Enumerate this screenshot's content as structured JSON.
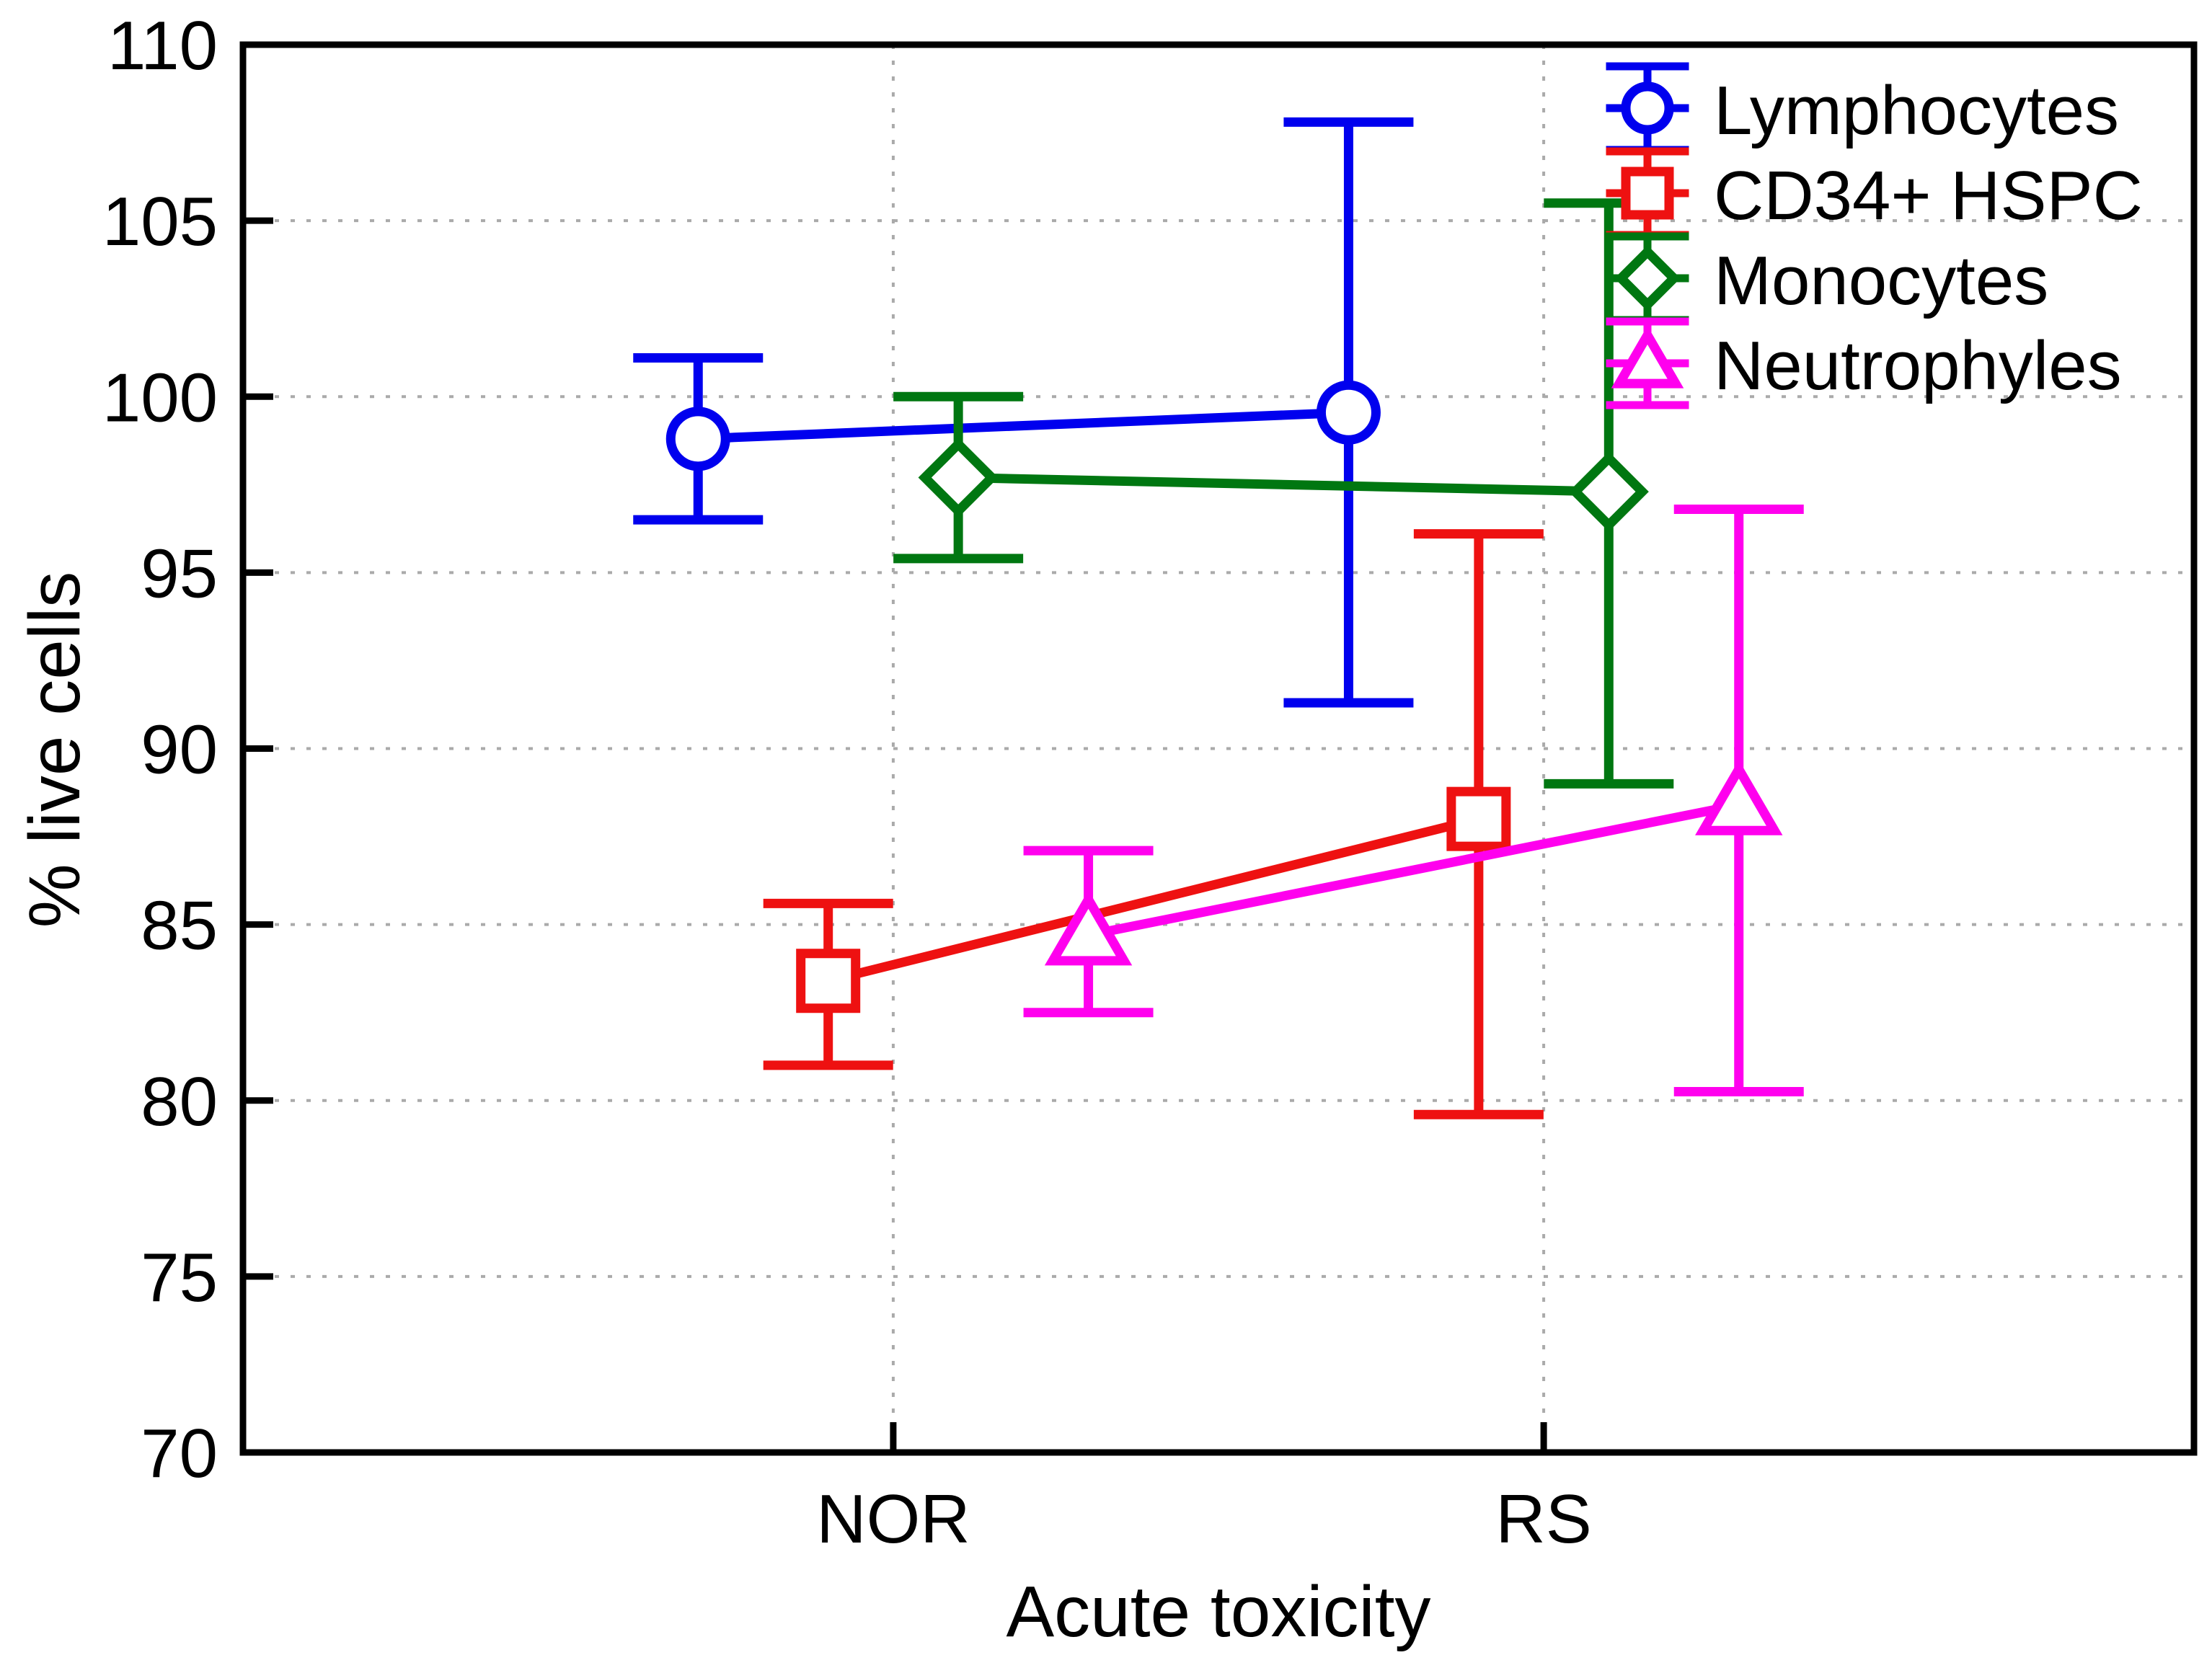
{
  "chart_data": {
    "type": "line",
    "title": "",
    "xlabel": "Acute toxicity",
    "ylabel": "% live cells",
    "categories": [
      "NOR",
      "RS"
    ],
    "ylim": [
      70,
      110
    ],
    "yticks": [
      70,
      75,
      80,
      85,
      90,
      95,
      100,
      105,
      110
    ],
    "ytick_labels": [
      "70",
      "75",
      "80",
      "85",
      "90",
      "95",
      "100",
      "105",
      "110"
    ],
    "grid": true,
    "grid_style": "dotted",
    "legend_position": "top-right",
    "error_bar_type": "confidence-interval",
    "series": [
      {
        "name": "Lymphocytes",
        "color": "#0000EE",
        "marker": "circle",
        "x_offset": -0.3,
        "values": [
          98.8,
          99.55
        ],
        "lower": [
          96.5,
          91.3
        ],
        "upper": [
          101.1,
          107.8
        ]
      },
      {
        "name": "CD34+ HSPC",
        "color": "#EE1111",
        "marker": "square",
        "x_offset": -0.1,
        "values": [
          83.4,
          88.0
        ],
        "lower": [
          81.0,
          79.6
        ],
        "upper": [
          85.6,
          96.1
        ]
      },
      {
        "name": "Monocytes",
        "color": "#007711",
        "marker": "diamond",
        "x_offset": 0.1,
        "values": [
          97.7,
          97.3
        ],
        "lower": [
          95.4,
          89.0
        ],
        "upper": [
          100.0,
          105.5
        ]
      },
      {
        "name": "Neutrophyles",
        "color": "#FF00EE",
        "marker": "triangle",
        "x_offset": 0.3,
        "values": [
          84.7,
          88.4
        ],
        "lower": [
          82.5,
          80.25
        ],
        "upper": [
          87.1,
          96.8
        ]
      }
    ]
  },
  "axes": {
    "y_title": "% live cells",
    "x_title": "Acute toxicity",
    "x_tick_labels": [
      "NOR",
      "RS"
    ],
    "y_tick_labels": [
      "110",
      "105",
      "100",
      "95",
      "90",
      "85",
      "80",
      "75",
      "70"
    ]
  },
  "legend": {
    "items": [
      {
        "label": "Lymphocytes",
        "color": "#0000EE",
        "marker": "circle"
      },
      {
        "label": "CD34+ HSPC",
        "color": "#EE1111",
        "marker": "square"
      },
      {
        "label": "Monocytes",
        "color": "#007711",
        "marker": "diamond"
      },
      {
        "label": "Neutrophyles",
        "color": "#FF00EE",
        "marker": "triangle"
      }
    ]
  },
  "colors": {
    "frame": "#000000",
    "grid": "#AAAAAA",
    "background": "#FFFFFF"
  }
}
